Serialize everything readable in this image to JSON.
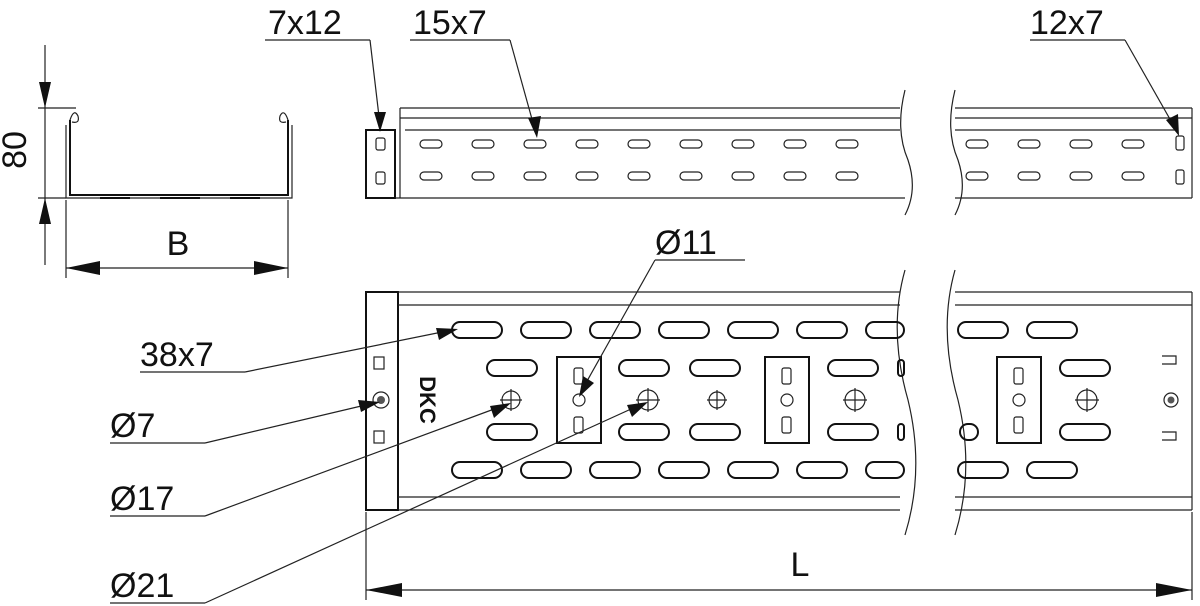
{
  "labels": {
    "height": "80",
    "width": "B",
    "slot_7x12": "7x12",
    "slot_15x7": "15x7",
    "slot_12x7": "12x7",
    "hole_11": "Ø11",
    "slot_38x7": "38x7",
    "hole_7": "Ø7",
    "hole_17": "Ø17",
    "hole_21": "Ø21",
    "length": "L",
    "logo": "DKC"
  },
  "colors": {
    "line": "#111111",
    "fill": "#ffffff",
    "hatch": "#e6e6e6"
  }
}
